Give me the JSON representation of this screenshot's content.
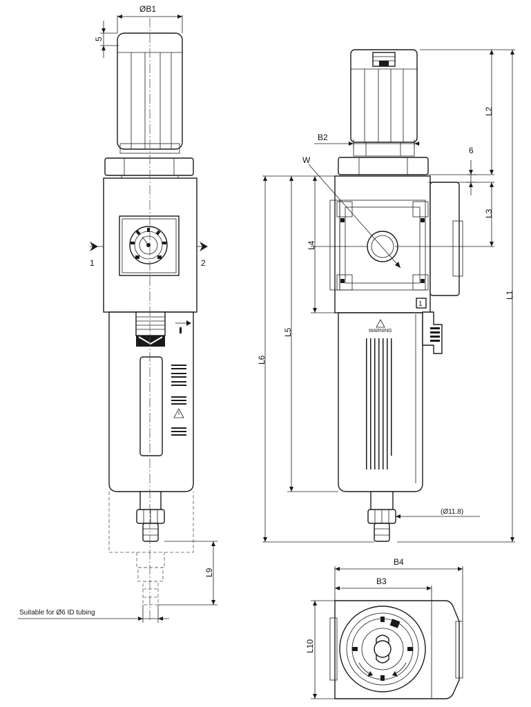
{
  "dimensions": {
    "b1": "ØB1",
    "five": "5",
    "b2": "B2",
    "w": "W",
    "six": "6",
    "l1": "L1",
    "l2": "L2",
    "l3": "L3",
    "l4": "L4",
    "l5": "L5",
    "l6": "L6",
    "l9": "L9",
    "l10": "L10",
    "b3": "B3",
    "b4": "B4",
    "drain": "(Ø11.8)"
  },
  "ports": {
    "inlet": "1",
    "outlet": "2",
    "side_marker": "1"
  },
  "bowl": {
    "warning_label": "WARNING"
  },
  "notes": {
    "tubing": "Suitable for Ø6 ID tubing"
  }
}
